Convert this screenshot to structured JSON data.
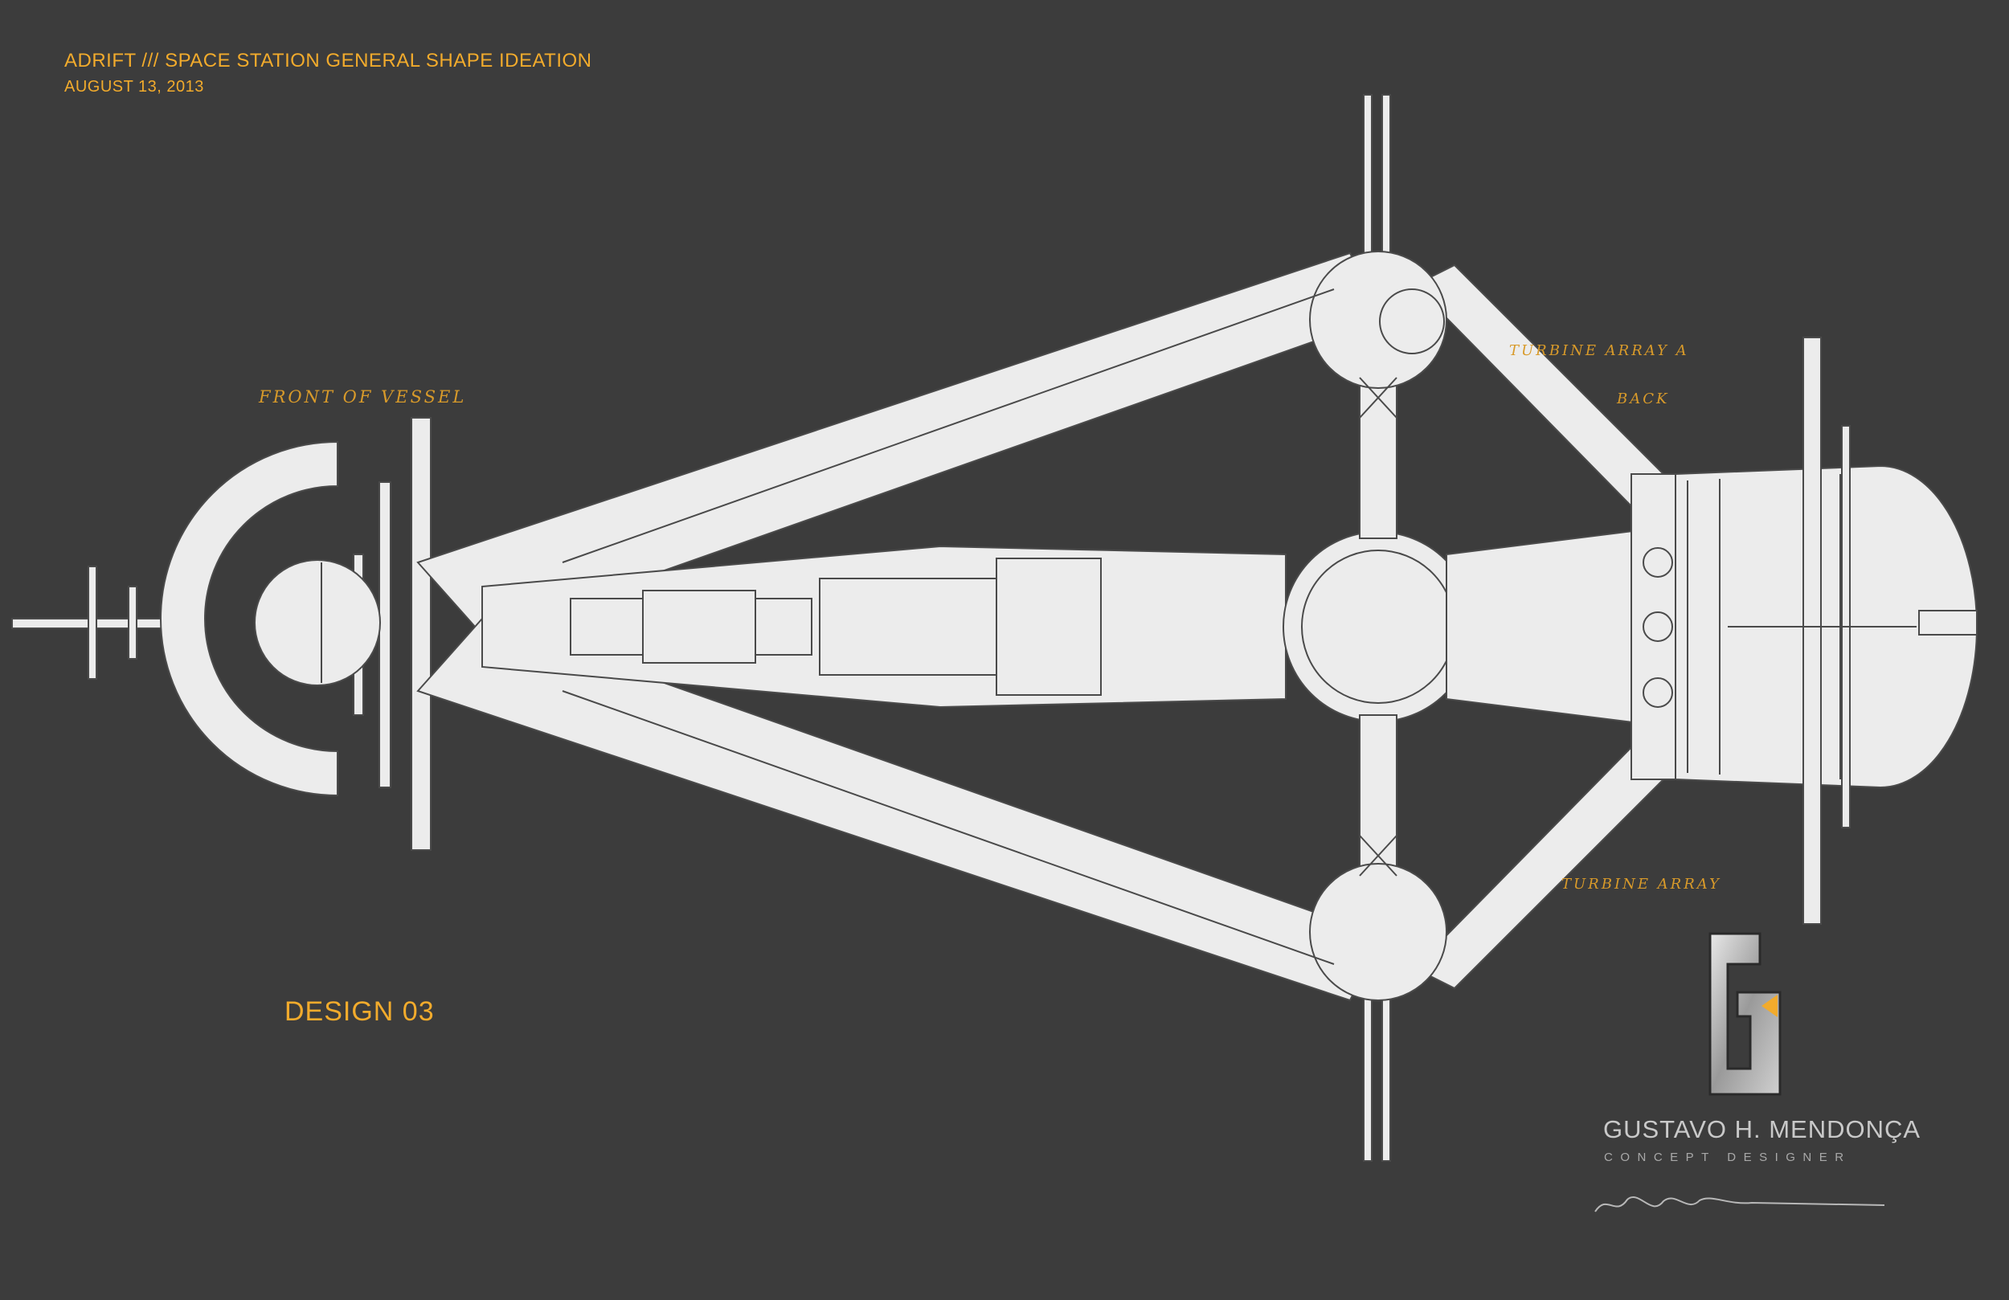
{
  "header": {
    "title": "ADRIFT /// SPACE STATION GENERAL SHAPE IDEATION",
    "date": "AUGUST 13, 2013"
  },
  "annotations": {
    "front": "Front of vessel",
    "turbine_a": "Turbine array A",
    "back": "Back",
    "turbine_b": "Turbine array"
  },
  "design_label": "DESIGN 03",
  "signature": {
    "name": "GUSTAVO H. MENDONÇA",
    "role": "CONCEPT DESIGNER"
  },
  "colors": {
    "background": "#3c3c3c",
    "accent": "#f2ab2c",
    "hull": "#ececec",
    "line": "#4a4a4a"
  },
  "icons": {
    "logo": "gm-monogram-logo",
    "signature_mark": "handwritten-signature"
  }
}
